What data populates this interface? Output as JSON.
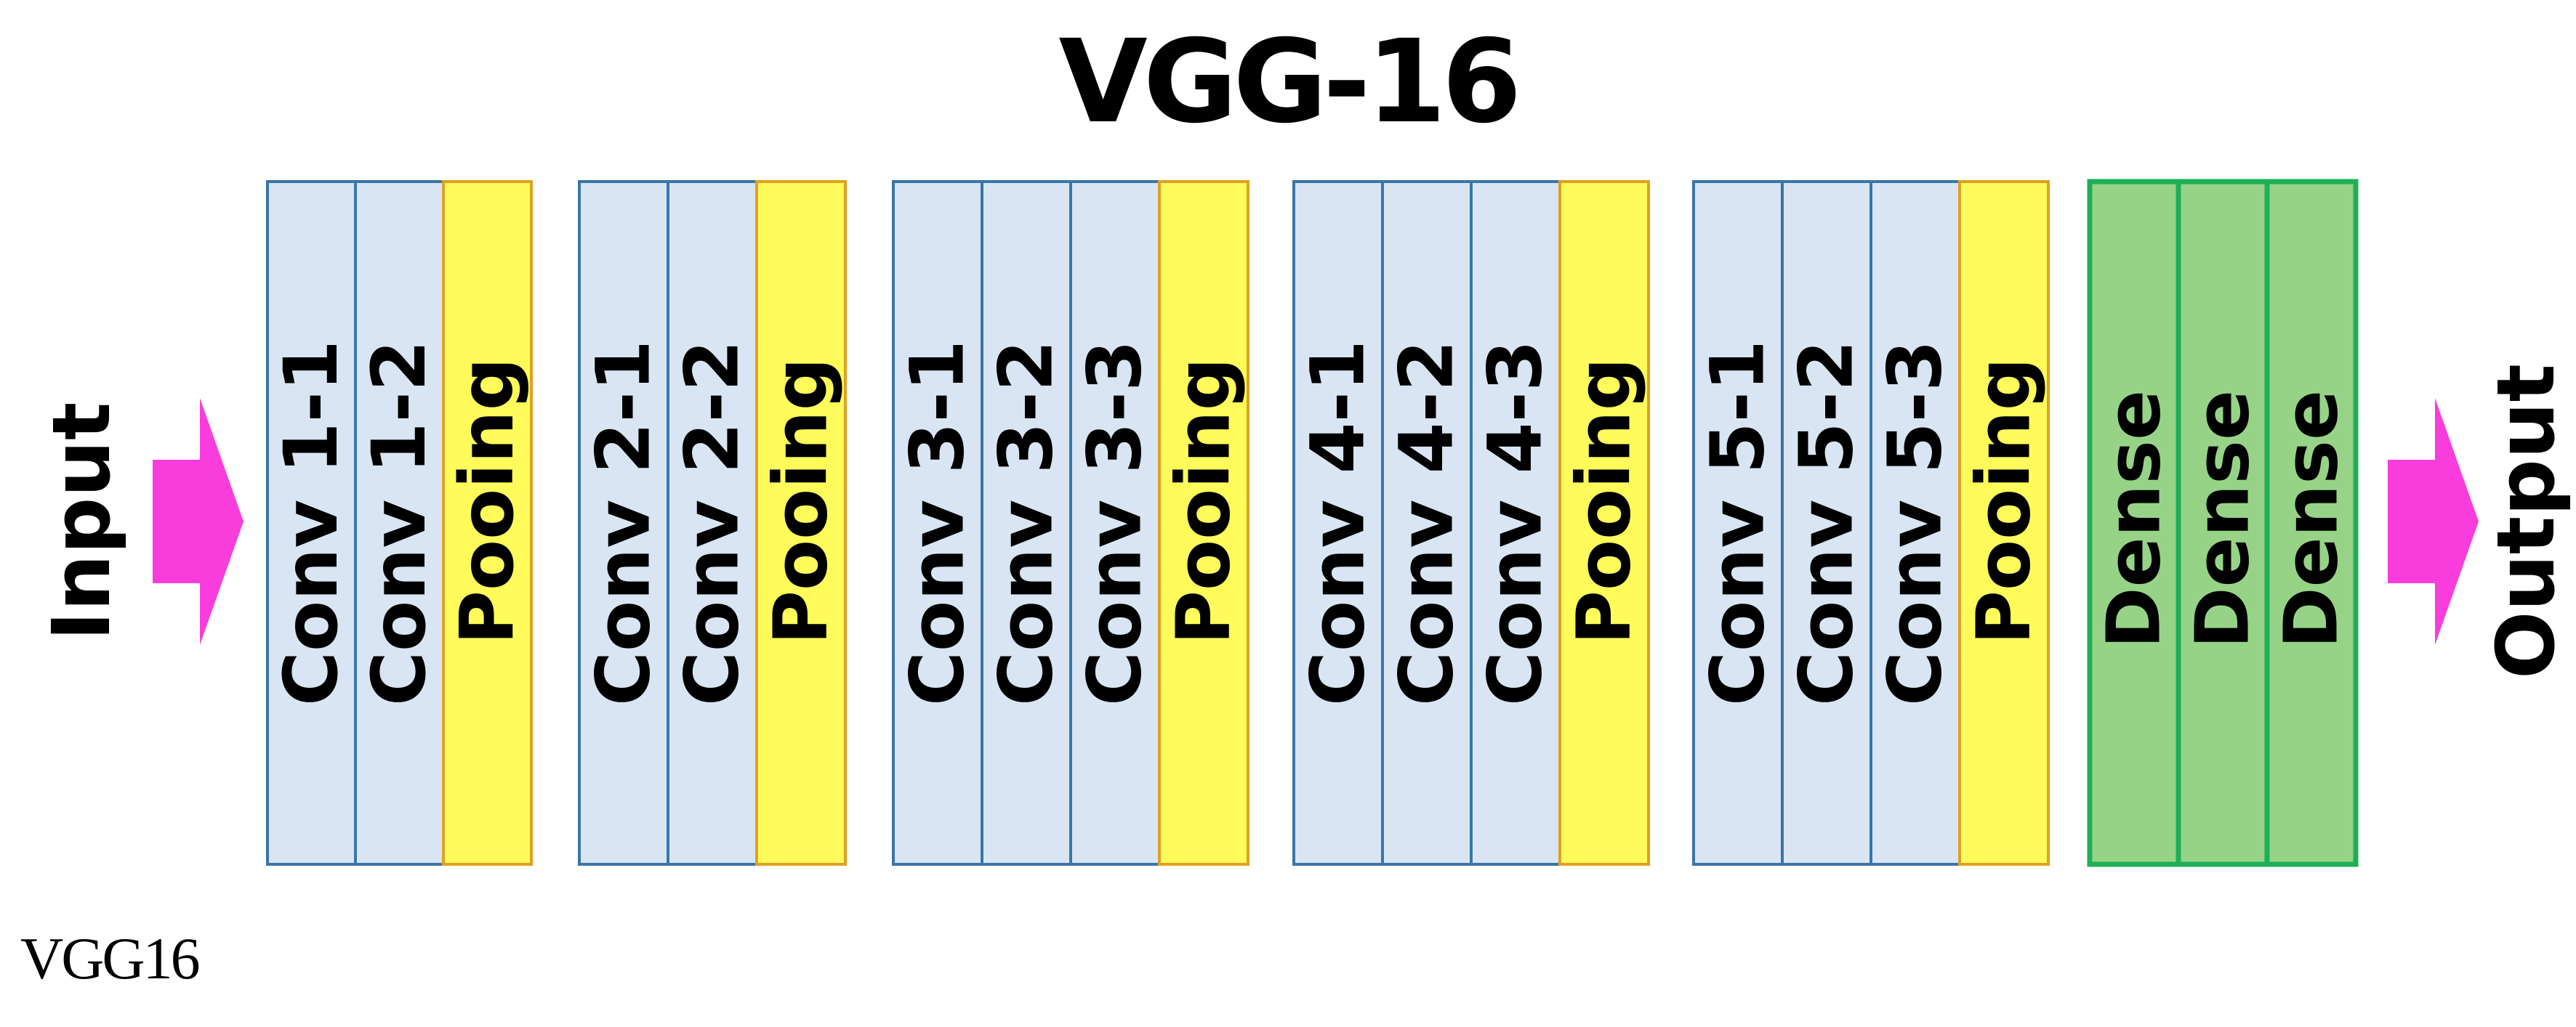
{
  "title": "VGG-16",
  "caption": "VGG16",
  "input_label": "Input",
  "output_label": "Output",
  "colors": {
    "conv_fill": "#dae5f3",
    "conv_stroke": "#3a76a8",
    "pool_fill": "#fffb5a",
    "pool_stroke": "#e0a020",
    "dense_fill": "#97d387",
    "dense_stroke": "#1eaf58",
    "arrow": "#f83ddc",
    "text": "#000000"
  },
  "blocks": [
    {
      "kind": "conv",
      "layers": [
        "Conv 1-1",
        "Conv 1-2",
        "Pooing"
      ]
    },
    {
      "kind": "conv",
      "layers": [
        "Conv 2-1",
        "Conv 2-2",
        "Pooing"
      ]
    },
    {
      "kind": "conv",
      "layers": [
        "Conv 3-1",
        "Conv 3-2",
        "Conv 3-3",
        "Pooing"
      ]
    },
    {
      "kind": "conv",
      "layers": [
        "Conv 4-1",
        "Conv 4-2",
        "Conv 4-3",
        "Pooing"
      ]
    },
    {
      "kind": "conv",
      "layers": [
        "Conv 5-1",
        "Conv 5-2",
        "Conv 5-3",
        "Pooing"
      ]
    },
    {
      "kind": "dense",
      "layers": [
        "Dense",
        "Dense",
        "Dense"
      ]
    }
  ]
}
